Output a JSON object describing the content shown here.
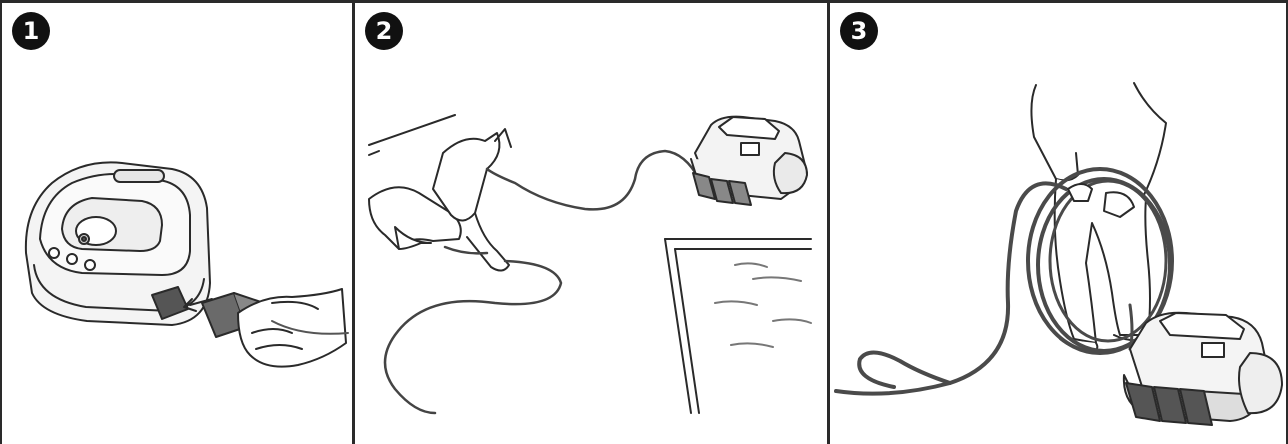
{
  "steps": [
    {
      "number": "1",
      "illustration": "power-supply-plug-icon"
    },
    {
      "number": "2",
      "illustration": "cable-untangle-icon"
    },
    {
      "number": "3",
      "illustration": "cable-coil-robot-icon"
    }
  ],
  "colors": {
    "line": "#2a2a2a",
    "cable": "#555555",
    "fill": "#f2f2f2",
    "shade": "#9a9a9a"
  }
}
